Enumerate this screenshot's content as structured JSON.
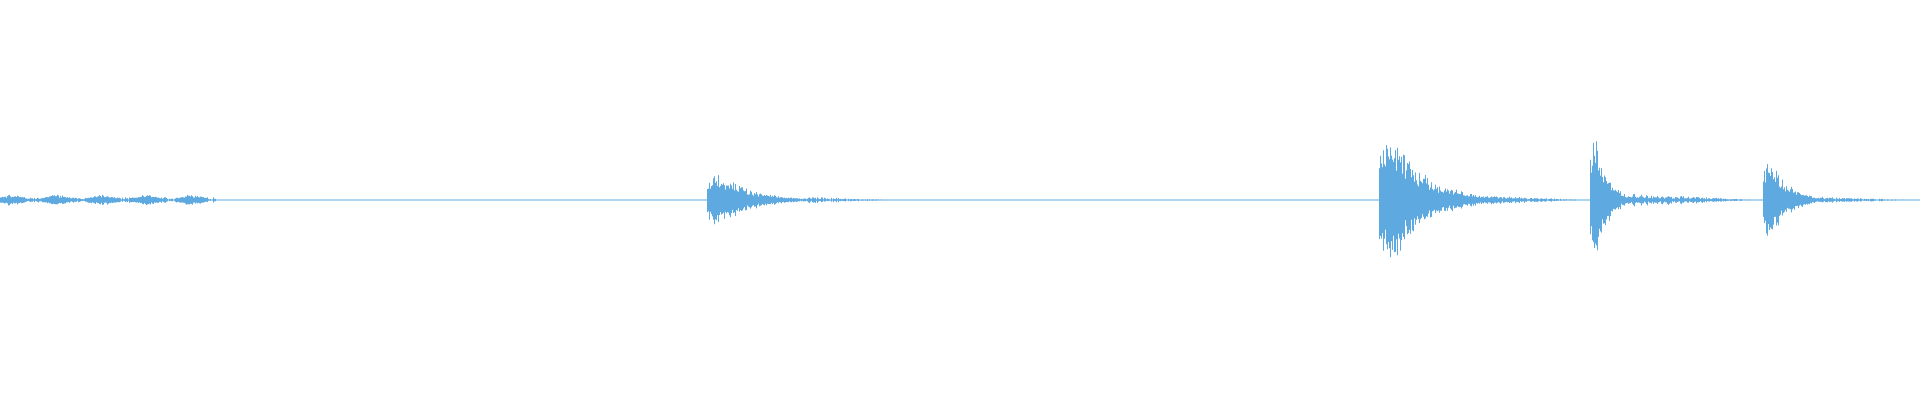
{
  "waveform": {
    "color": "#5ea9e0",
    "background": "#ffffff",
    "amplitude_scale": "linear",
    "segments": [
      {
        "start": 0.0,
        "end": 0.112,
        "peak": 0.05,
        "kind": "noise"
      },
      {
        "start": 0.112,
        "end": 0.368,
        "peak": 0.004,
        "kind": "silence"
      },
      {
        "start": 0.368,
        "end": 0.42,
        "peak": 0.36,
        "kind": "burst"
      },
      {
        "start": 0.42,
        "end": 0.468,
        "peak": 0.03,
        "kind": "tail"
      },
      {
        "start": 0.468,
        "end": 0.718,
        "peak": 0.004,
        "kind": "silence"
      },
      {
        "start": 0.718,
        "end": 0.776,
        "peak": 0.85,
        "kind": "burst"
      },
      {
        "start": 0.776,
        "end": 0.828,
        "peak": 0.04,
        "kind": "tail"
      },
      {
        "start": 0.828,
        "end": 0.848,
        "peak": 1.0,
        "kind": "burst"
      },
      {
        "start": 0.848,
        "end": 0.918,
        "peak": 0.06,
        "kind": "tail"
      },
      {
        "start": 0.918,
        "end": 0.948,
        "peak": 0.56,
        "kind": "burst"
      },
      {
        "start": 0.948,
        "end": 1.0,
        "peak": 0.03,
        "kind": "tail"
      }
    ]
  }
}
